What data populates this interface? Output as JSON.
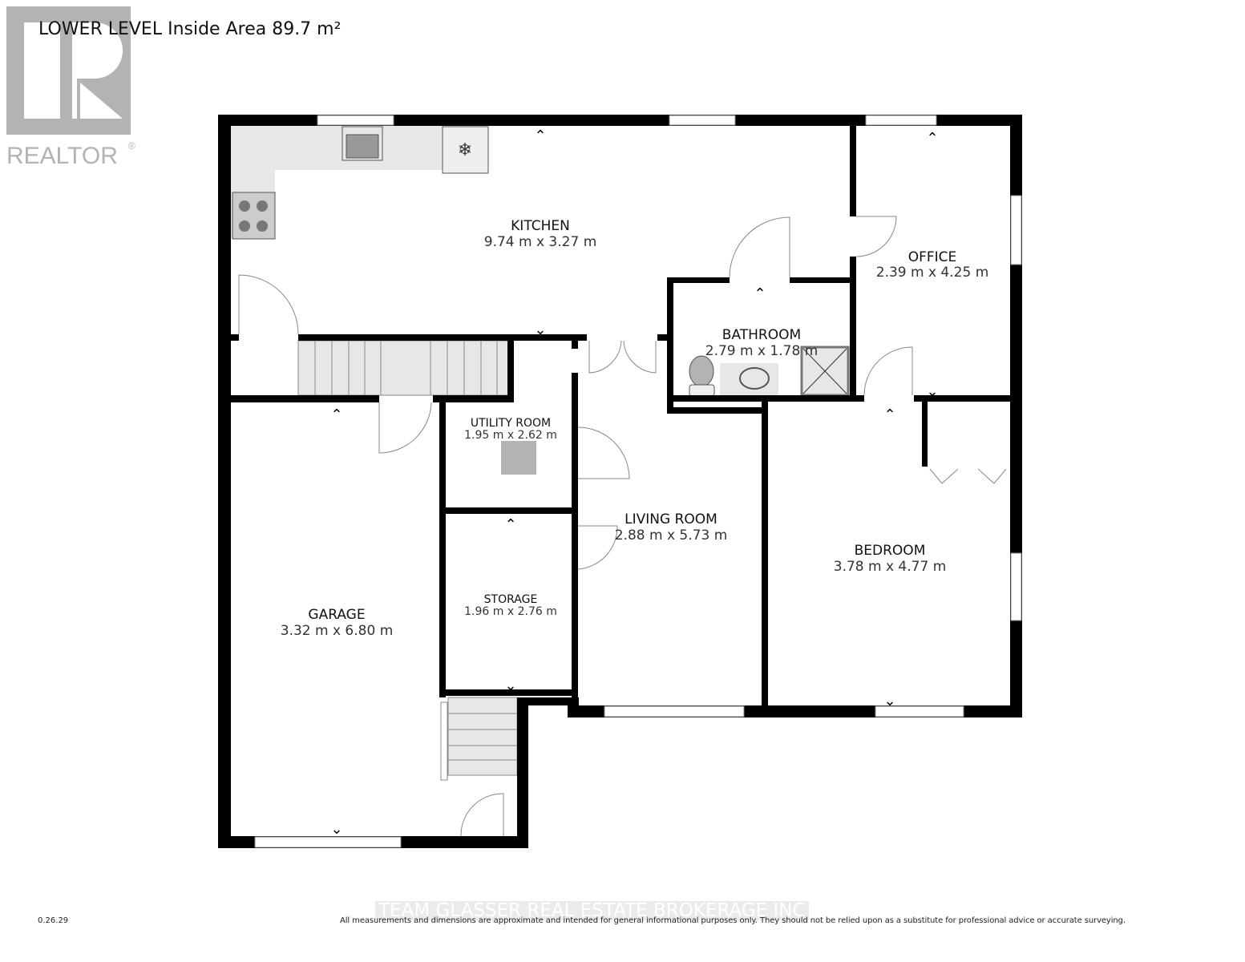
{
  "header": {
    "title": "LOWER LEVEL Inside Area 89.7 m²"
  },
  "logo": {
    "text": "REALTOR®",
    "color": "#b3b3b3"
  },
  "rooms": [
    {
      "name": "KITCHEN",
      "dims": "9.74 m x 3.27 m"
    },
    {
      "name": "OFFICE",
      "dims": "2.39 m x 4.25 m"
    },
    {
      "name": "BATHROOM",
      "dims": "2.79 m x 1.78 m"
    },
    {
      "name": "UTILITY ROOM",
      "dims": "1.95 m x 2.62 m"
    },
    {
      "name": "LIVING ROOM",
      "dims": "2.88 m x 5.73 m"
    },
    {
      "name": "BEDROOM",
      "dims": "3.78 m x 4.77 m"
    },
    {
      "name": "STORAGE",
      "dims": "1.96 m x 2.76 m"
    },
    {
      "name": "GARAGE",
      "dims": "3.32 m x 6.80 m"
    }
  ],
  "footer": {
    "version": "0.26.29",
    "watermark": "TEAM GLASSER REAL ESTATE BROKERAGE INC",
    "disclaimer": "All measurements and dimensions are approximate and intended for general informational purposes only. They should not be relied upon as a substitute for professional advice or accurate surveying."
  },
  "colors": {
    "wall": "#000000",
    "fixture": "#e6e7e6",
    "appliance": "#b3b3b3",
    "text": "#333333"
  }
}
